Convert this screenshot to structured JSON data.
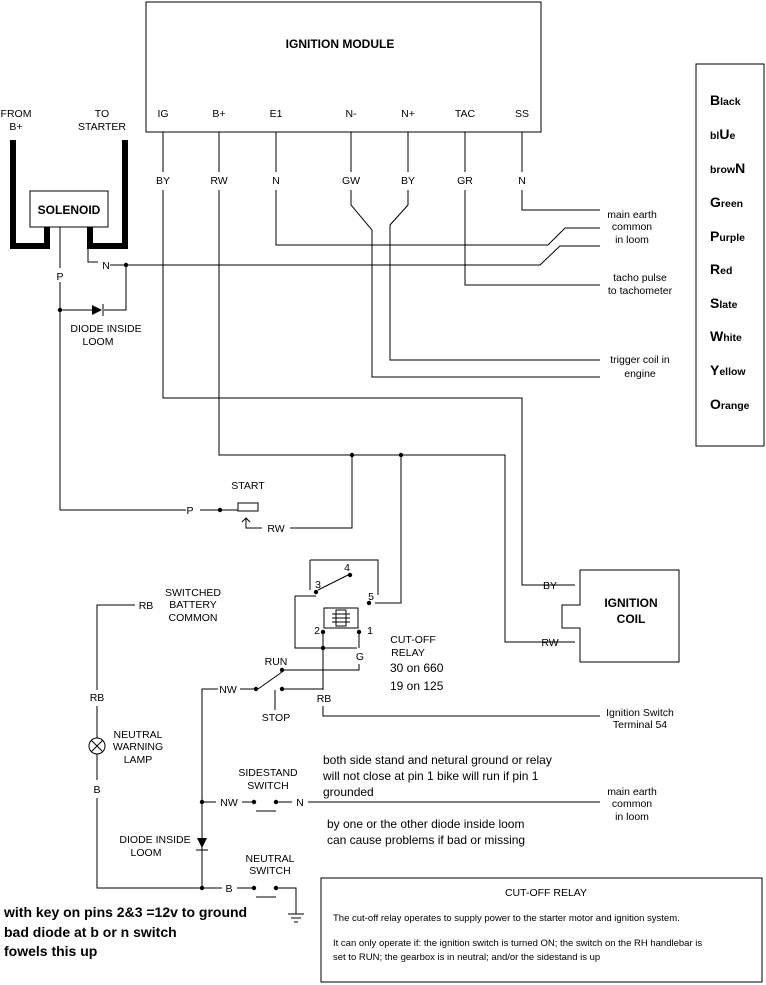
{
  "module": {
    "title": "IGNITION MODULE",
    "pins": [
      "IG",
      "B+",
      "E1",
      "N-",
      "N+",
      "TAC",
      "SS"
    ],
    "wire_codes": [
      "BY",
      "RW",
      "N",
      "GW",
      "BY",
      "GR",
      "N"
    ]
  },
  "solenoid": {
    "label": "SOLENOID",
    "from_label": "FROM",
    "from_sub": "B+",
    "to_label": "TO",
    "to_sub": "STARTER",
    "p_label": "P",
    "n_label": "N"
  },
  "diode_loom": {
    "line1": "DIODE INSIDE",
    "line2": "LOOM"
  },
  "right_notes": {
    "main_earth": [
      "main earth",
      "common",
      "in loom"
    ],
    "tacho": [
      "tacho pulse",
      "to tachometer"
    ],
    "trigger": [
      "trigger coil in",
      "engine"
    ]
  },
  "legend": [
    {
      "first": "B",
      "rest": "lack"
    },
    {
      "pre": "bl",
      "mid": "U",
      "rest": "e"
    },
    {
      "pre": "brow",
      "mid": "N",
      "rest": ""
    },
    {
      "first": "G",
      "rest": "reen"
    },
    {
      "first": "P",
      "rest": "urple"
    },
    {
      "first": "R",
      "rest": "ed"
    },
    {
      "first": "S",
      "rest": "late"
    },
    {
      "first": "W",
      "rest": "hite"
    },
    {
      "first": "Y",
      "rest": "ellow"
    },
    {
      "first": "O",
      "rest": "range"
    }
  ],
  "start": {
    "label": "START",
    "p": "P",
    "rw": "RW"
  },
  "coil": {
    "line1": "IGNITION",
    "line2": "COIL",
    "by": "BY",
    "rw": "RW"
  },
  "relay": {
    "pins": [
      "3",
      "4",
      "5",
      "2",
      "1"
    ],
    "g": "G",
    "label1": "CUT-OFF",
    "label2": "RELAY",
    "note1": "30 on 660",
    "note2": "19 on 125"
  },
  "switched": {
    "lines": [
      "SWITCHED",
      "BATTERY",
      "COMMON"
    ],
    "rb": "RB"
  },
  "run": {
    "run": "RUN",
    "stop": "STOP",
    "nw": "NW",
    "rb": "RB"
  },
  "ign_switch": [
    "Ignition Switch",
    "Terminal 54"
  ],
  "lamp": {
    "rb": "RB",
    "lines": [
      "NEUTRAL",
      "WARNING",
      "LAMP"
    ],
    "b": "B"
  },
  "sidestand": {
    "lines": [
      "SIDESTAND",
      "SWITCH"
    ],
    "nw": "NW",
    "n": "N"
  },
  "main_earth2": [
    "main earth",
    "common",
    "in loom"
  ],
  "diode2": {
    "line1": "DIODE INSIDE",
    "line2": "LOOM"
  },
  "neutral_sw": {
    "lines": [
      "NEUTRAL",
      "SWITCH"
    ],
    "b": "B"
  },
  "annotations": {
    "a1": [
      "both side stand and netural ground or relay",
      "will not close at pin 1 bike will run if pin 1",
      "grounded"
    ],
    "a2": [
      "by one or the other diode inside loom",
      "can cause problems if bad or missing"
    ],
    "a3": [
      "with key on pins 2&3 =12v to ground",
      "bad diode at b or n switch",
      "fowels this up"
    ]
  },
  "infobox": {
    "title": "CUT-OFF RELAY",
    "p1": "The cut-off relay operates to supply power to the starter motor and ignition system.",
    "p2a": "It can only operate if: the ignition switch is turned ON; the switch on the RH handlebar is",
    "p2b": "set to RUN; the gearbox is in neutral; and/or the sidestand is up"
  }
}
